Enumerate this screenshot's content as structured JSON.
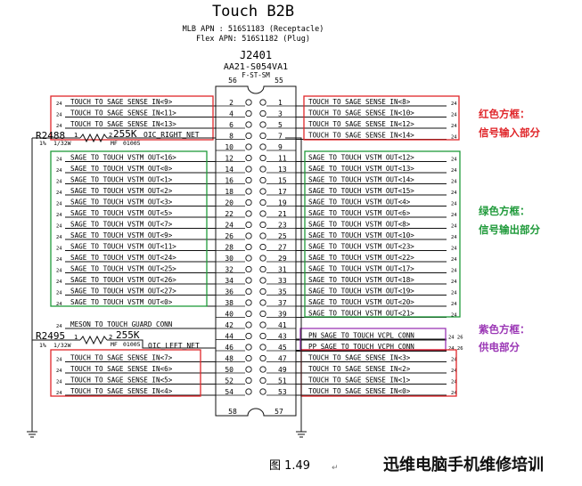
{
  "header": {
    "title": "Touch B2B",
    "mlb_apn": "MLB APN : 516S1183 (Receptacle)",
    "flex_apn": "Flex APN: 516S1182 (Plug)"
  },
  "connector": {
    "refdes": "J2401",
    "part": "AA21-S054VA1",
    "subtitle": "F-ST-SM",
    "top_pins": [
      "56",
      "55"
    ],
    "bottom_pins": [
      "58",
      "57"
    ]
  },
  "rows": [
    {
      "lpin": "2",
      "rpin": "1",
      "lnet": "TOUCH_TO_SAGE_SENSE_IN<9>",
      "rnet": "TOUCH_TO_SAGE_SENSE_IN<8>",
      "lsheet": "24",
      "rsheet": "24"
    },
    {
      "lpin": "4",
      "rpin": "3",
      "lnet": "TOUCH_TO_SAGE_SENSE_IN<11>",
      "rnet": "TOUCH_TO_SAGE_SENSE_IN<10>",
      "lsheet": "24",
      "rsheet": "24"
    },
    {
      "lpin": "6",
      "rpin": "5",
      "lnet": "TOUCH_TO_SAGE_SENSE_IN<13>",
      "rnet": "TOUCH_TO_SAGE_SENSE_IN<12>",
      "lsheet": "24",
      "rsheet": "24"
    },
    {
      "lpin": "8",
      "rpin": "7",
      "lnet": "",
      "rnet": "TOUCH_TO_SAGE_SENSE_IN<14>",
      "lsheet": "",
      "rsheet": "24"
    },
    {
      "lpin": "10",
      "rpin": "9",
      "lnet": "",
      "rnet": "",
      "lsheet": "",
      "rsheet": ""
    },
    {
      "lpin": "12",
      "rpin": "11",
      "lnet": "SAGE_TO_TOUCH_VSTM_OUT<16>",
      "rnet": "SAGE_TO_TOUCH_VSTM_OUT<12>",
      "lsheet": "24",
      "rsheet": "24"
    },
    {
      "lpin": "14",
      "rpin": "13",
      "lnet": "SAGE_TO_TOUCH_VSTM_OUT<0>",
      "rnet": "SAGE_TO_TOUCH_VSTM_OUT<13>",
      "lsheet": "24",
      "rsheet": "24"
    },
    {
      "lpin": "16",
      "rpin": "15",
      "lnet": "SAGE_TO_TOUCH_VSTM_OUT<1>",
      "rnet": "SAGE_TO_TOUCH_VSTM_OUT<14>",
      "lsheet": "24",
      "rsheet": "24"
    },
    {
      "lpin": "18",
      "rpin": "17",
      "lnet": "SAGE_TO_TOUCH_VSTM_OUT<2>",
      "rnet": "SAGE_TO_TOUCH_VSTM_OUT<15>",
      "lsheet": "24",
      "rsheet": "24"
    },
    {
      "lpin": "20",
      "rpin": "19",
      "lnet": "SAGE_TO_TOUCH_VSTM_OUT<3>",
      "rnet": "SAGE_TO_TOUCH_VSTM_OUT<4>",
      "lsheet": "24",
      "rsheet": "24"
    },
    {
      "lpin": "22",
      "rpin": "21",
      "lnet": "SAGE_TO_TOUCH_VSTM_OUT<5>",
      "rnet": "SAGE_TO_TOUCH_VSTM_OUT<6>",
      "lsheet": "24",
      "rsheet": "24"
    },
    {
      "lpin": "24",
      "rpin": "23",
      "lnet": "SAGE_TO_TOUCH_VSTM_OUT<7>",
      "rnet": "SAGE_TO_TOUCH_VSTM_OUT<8>",
      "lsheet": "24",
      "rsheet": "24"
    },
    {
      "lpin": "26",
      "rpin": "25",
      "lnet": "SAGE_TO_TOUCH_VSTM_OUT<9>",
      "rnet": "SAGE_TO_TOUCH_VSTM_OUT<10>",
      "lsheet": "24",
      "rsheet": "24"
    },
    {
      "lpin": "28",
      "rpin": "27",
      "lnet": "SAGE_TO_TOUCH_VSTM_OUT<11>",
      "rnet": "SAGE_TO_TOUCH_VSTM_OUT<23>",
      "lsheet": "24",
      "rsheet": "24"
    },
    {
      "lpin": "30",
      "rpin": "29",
      "lnet": "SAGE_TO_TOUCH_VSTM_OUT<24>",
      "rnet": "SAGE_TO_TOUCH_VSTM_OUT<22>",
      "lsheet": "24",
      "rsheet": "24"
    },
    {
      "lpin": "32",
      "rpin": "31",
      "lnet": "SAGE_TO_TOUCH_VSTM_OUT<25>",
      "rnet": "SAGE_TO_TOUCH_VSTM_OUT<17>",
      "lsheet": "24",
      "rsheet": "24"
    },
    {
      "lpin": "34",
      "rpin": "33",
      "lnet": "SAGE_TO_TOUCH_VSTM_OUT<26>",
      "rnet": "SAGE_TO_TOUCH_VSTM_OUT<18>",
      "lsheet": "24",
      "rsheet": "24"
    },
    {
      "lpin": "36",
      "rpin": "35",
      "lnet": "SAGE_TO_TOUCH_VSTM_OUT<27>",
      "rnet": "SAGE_TO_TOUCH_VSTM_OUT<19>",
      "lsheet": "24",
      "rsheet": "24"
    },
    {
      "lpin": "38",
      "rpin": "37",
      "lnet": "SAGE_TO_TOUCH_VSTM_OUT<0>",
      "rnet": "SAGE_TO_TOUCH_VSTM_OUT<20>",
      "lsheet": "24",
      "rsheet": "24"
    },
    {
      "lpin": "40",
      "rpin": "39",
      "lnet": "",
      "rnet": "SAGE_TO_TOUCH_VSTM_OUT<21>",
      "lsheet": "",
      "rsheet": "24"
    },
    {
      "lpin": "42",
      "rpin": "41",
      "lnet": "MESON_TO_TOUCH_GUARD_CONN",
      "rnet": "",
      "lsheet": "24",
      "rsheet": ""
    },
    {
      "lpin": "44",
      "rpin": "43",
      "lnet": "",
      "rnet": "PN_SAGE_TO_TOUCH_VCPL_CONN",
      "lsheet": "",
      "rsheet": "24 26"
    },
    {
      "lpin": "46",
      "rpin": "45",
      "lnet": "",
      "rnet": "PP_SAGE_TO_TOUCH_VCPH_CONN",
      "lsheet": "",
      "rsheet": "24 26"
    },
    {
      "lpin": "48",
      "rpin": "47",
      "lnet": "TOUCH_TO_SAGE_SENSE_IN<7>",
      "rnet": "TOUCH_TO_SAGE_SENSE_IN<3>",
      "lsheet": "24",
      "rsheet": "24"
    },
    {
      "lpin": "50",
      "rpin": "49",
      "lnet": "TOUCH_TO_SAGE_SENSE_IN<6>",
      "rnet": "TOUCH_TO_SAGE_SENSE_IN<2>",
      "lsheet": "24",
      "rsheet": "24"
    },
    {
      "lpin": "52",
      "rpin": "51",
      "lnet": "TOUCH_TO_SAGE_SENSE_IN<5>",
      "rnet": "TOUCH_TO_SAGE_SENSE_IN<1>",
      "lsheet": "24",
      "rsheet": "24"
    },
    {
      "lpin": "54",
      "rpin": "53",
      "lnet": "TOUCH_TO_SAGE_SENSE_IN<4>",
      "rnet": "TOUCH_TO_SAGE_SENSE_IN<0>",
      "lsheet": "24",
      "rsheet": "24"
    }
  ],
  "resistors": [
    {
      "refdes": "R2488",
      "pin1": "1",
      "pin2": "2",
      "value": "255K",
      "tol": "1%",
      "power": "1/32W",
      "pkg": "MF",
      "size": "01005",
      "net": "OIC_RIGHT_NET"
    },
    {
      "refdes": "R2495",
      "pin1": "1",
      "pin2": "2",
      "value": "255K",
      "tol": "1%",
      "power": "1/32W",
      "pkg": "MF",
      "size": "01005",
      "net": "OIC_LEFT_NET"
    }
  ],
  "legend": [
    {
      "line1": "红色方框：",
      "line2": "信号输入部分",
      "color": "#e0262a"
    },
    {
      "line1": "绿色方框：",
      "line2": "信号输出部分",
      "color": "#1f9a3a"
    },
    {
      "line1": "紫色方框：",
      "line2": "供电部分",
      "color": "#9b37b5"
    }
  ],
  "caption": {
    "figure": "图 1.49",
    "edit_mark": "↵",
    "watermark": "迅维电脑手机维修培训"
  },
  "colors": {
    "red": "#e0262a",
    "green": "#1f9a3a",
    "purple": "#9b37b5",
    "ink": "#111111"
  },
  "icons": {
    "ground": "ground-symbol-icon",
    "resistor": "resistor-zigzag-icon",
    "pin": "connector-pin-circle-icon"
  }
}
